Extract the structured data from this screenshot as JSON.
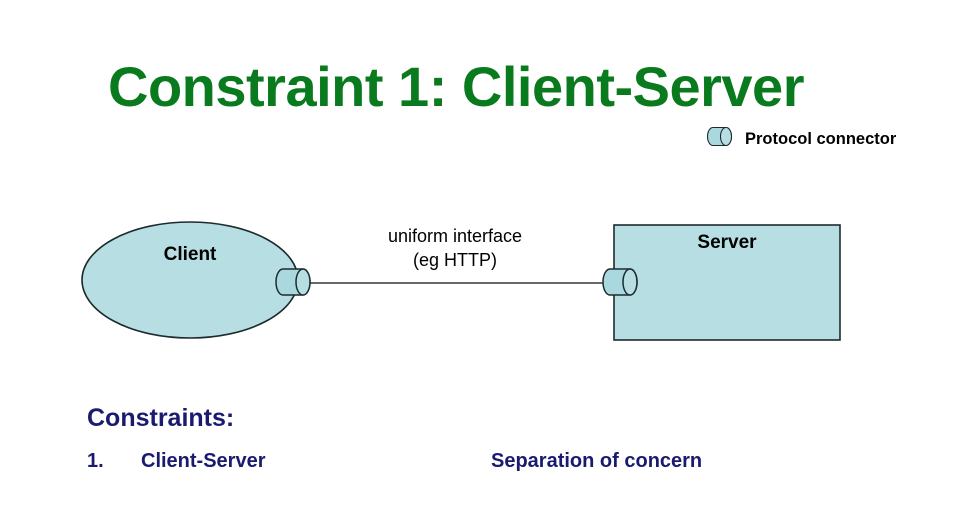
{
  "title": "Constraint 1: Client-Server",
  "legend": {
    "icon": "cylinder-connector-icon",
    "label": "Protocol connector"
  },
  "diagram": {
    "client": {
      "label": "Client",
      "shape": "ellipse"
    },
    "server": {
      "label": "Server",
      "shape": "rectangle"
    },
    "connection": {
      "label_line1": "uniform interface",
      "label_line2": "(eg HTTP)",
      "client_port": "protocol-connector",
      "server_port": "protocol-connector"
    }
  },
  "constraints": {
    "heading": "Constraints:",
    "items": [
      {
        "number": "1.",
        "name": "Client-Server",
        "description": "Separation of concern"
      }
    ]
  },
  "colors": {
    "title_green": "#0a7a1e",
    "navy": "#1a1a70",
    "shape_fill": "#b7dfe3",
    "shape_stroke": "#1d2b2e",
    "connector_fill": "#a9d9de",
    "text_black": "#000000",
    "background": "#ffffff"
  }
}
